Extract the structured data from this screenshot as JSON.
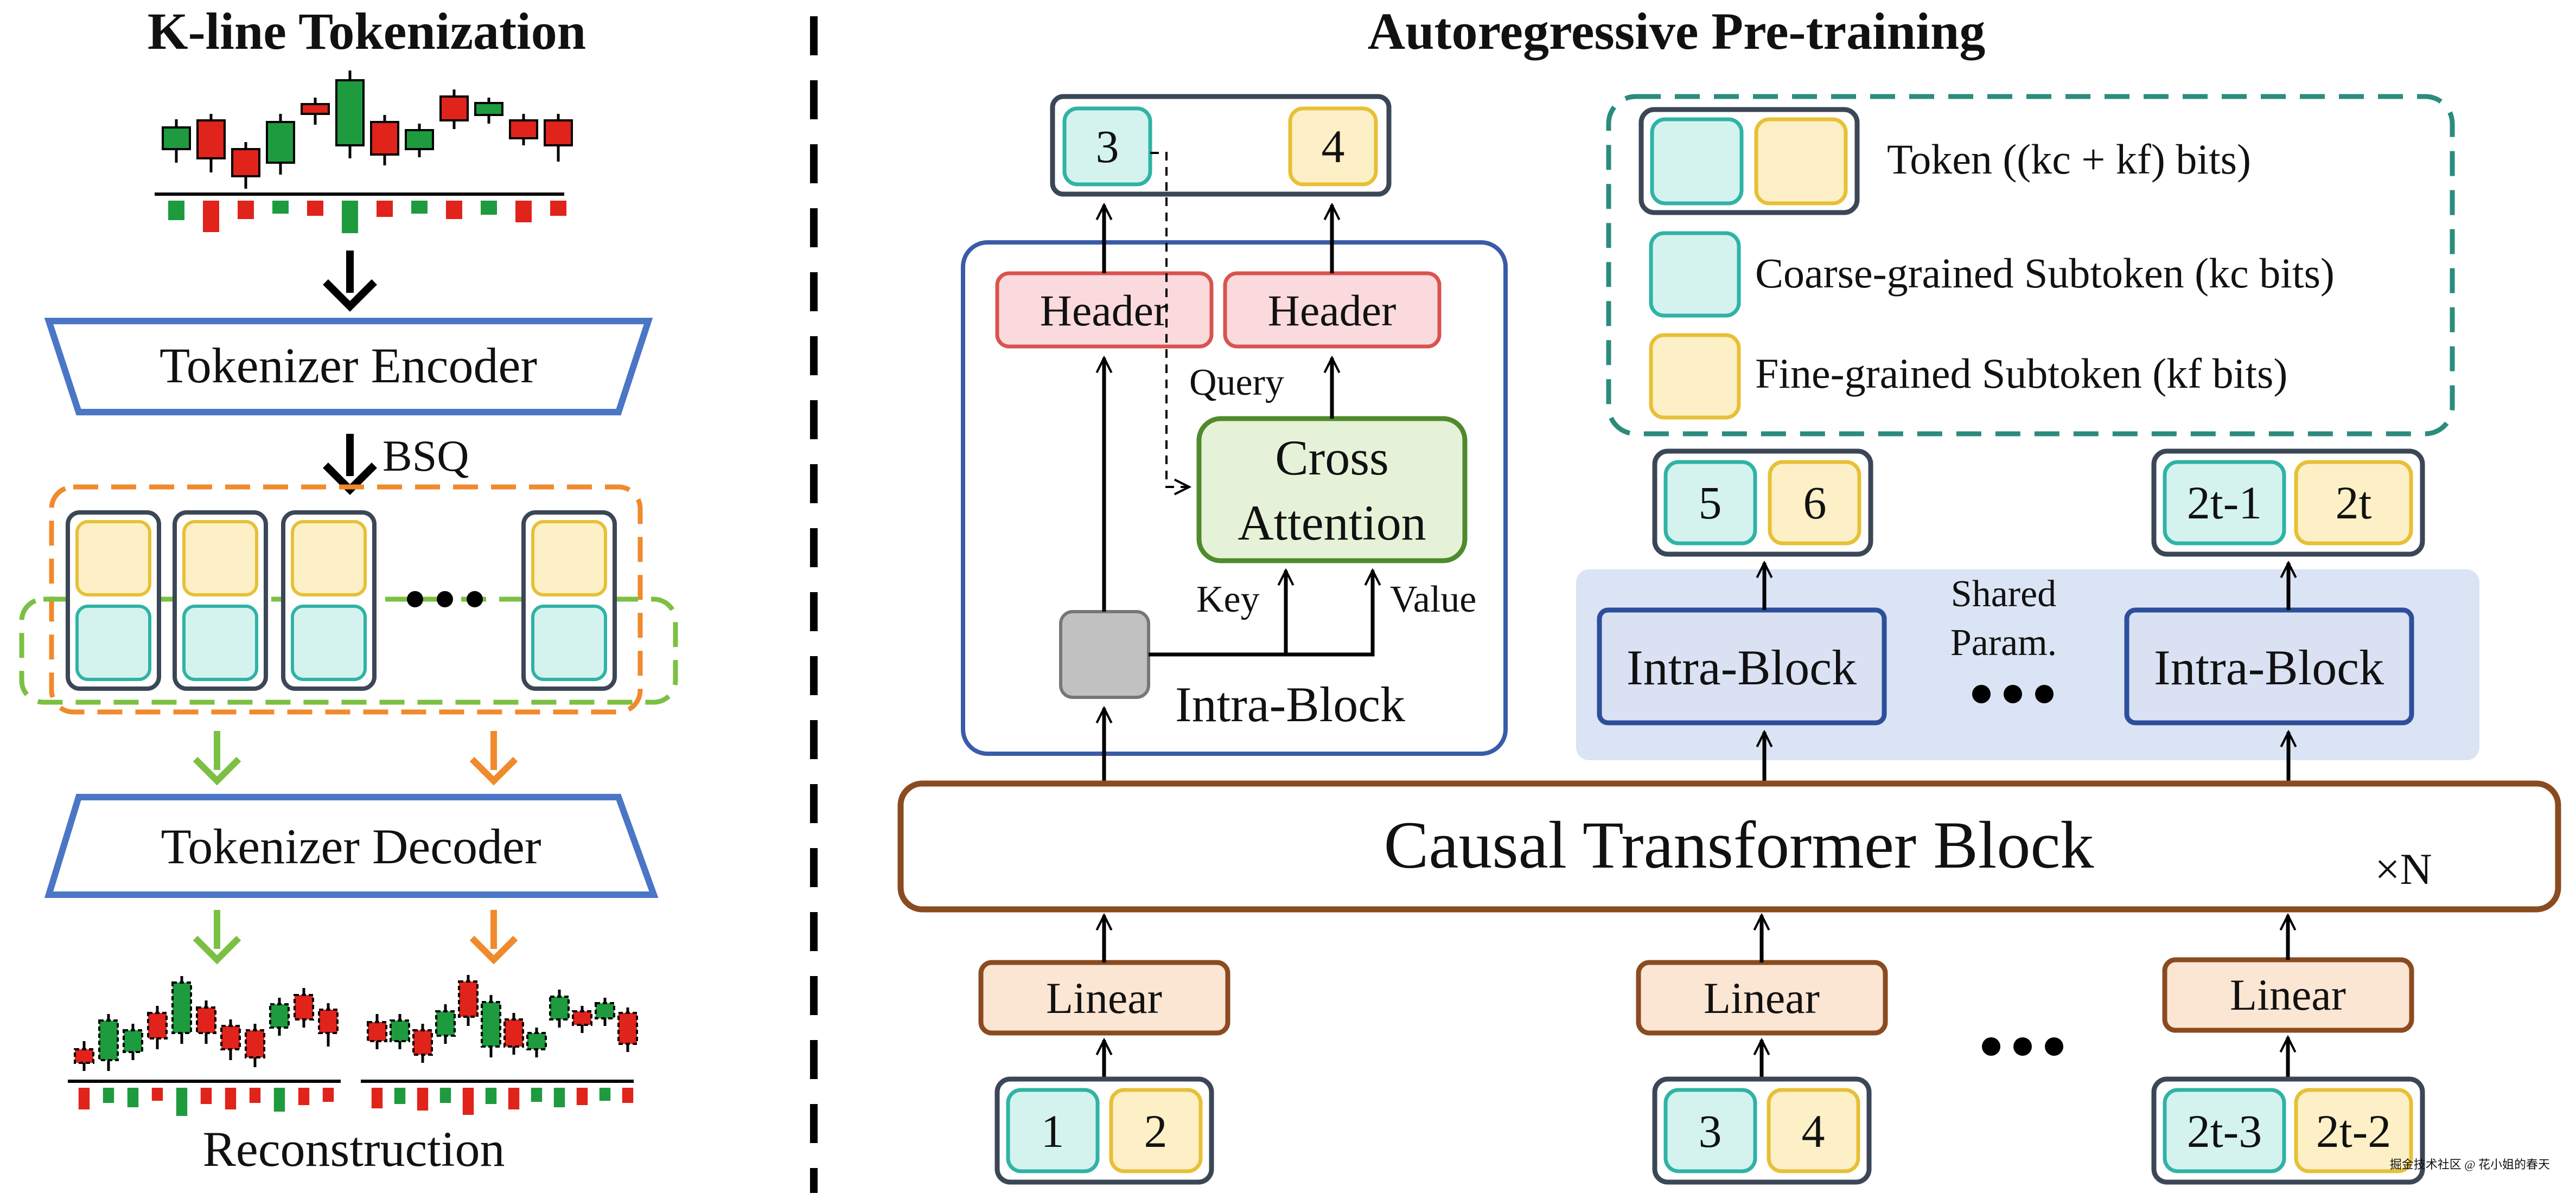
{
  "left_panel": {
    "title": "K-line Tokenization",
    "encoder_label": "Tokenizer Encoder",
    "bsq_label": "BSQ",
    "decoder_label": "Tokenizer Decoder",
    "reconstruction_label": "Reconstruction"
  },
  "right_panel": {
    "title": "Autoregressive Pre-training",
    "intra_detail": {
      "out_token_a": "3",
      "out_token_b": "4",
      "header_a": "Header",
      "header_b": "Header",
      "query_label": "Query",
      "cross_attention_line1": "Cross",
      "cross_attention_line2": "Attention",
      "key_label": "Key",
      "value_label": "Value",
      "block_label": "Intra-Block"
    },
    "legend": {
      "token_label": "Token ((kc + kf) bits)",
      "coarse_label": "Coarse-grained Subtoken (kc bits)",
      "fine_label": "Fine-grained Subtoken (kf bits)"
    },
    "outputs": [
      {
        "coarse": "5",
        "fine": "6"
      },
      {
        "coarse": "2t-1",
        "fine": "2t"
      }
    ],
    "intra_block_a": "Intra-Block",
    "intra_block_b": "Intra-Block",
    "shared_param_line1": "Shared",
    "shared_param_line2": "Param.",
    "transformer_label": "Causal Transformer Block",
    "repeat_label": "×N",
    "linear_labels": [
      "Linear",
      "Linear",
      "Linear"
    ],
    "inputs": [
      {
        "coarse": "1",
        "fine": "2"
      },
      {
        "coarse": "3",
        "fine": "4"
      },
      {
        "coarse": "2t-3",
        "fine": "2t-2"
      }
    ]
  },
  "watermark": "掘金技术社区 @ 花小姐的春天",
  "colors": {
    "coarse_fill": "#d4f3ef",
    "coarse_stroke": "#2fb3a5",
    "fine_fill": "#fdf0c6",
    "fine_stroke": "#e7c037",
    "header_fill": "#fadadd",
    "header_stroke": "#d9534f",
    "attention_fill": "#e6f2d8",
    "attention_stroke": "#4f8a2c",
    "linear_fill": "#fbe5d3",
    "linear_stroke": "#8a4b20",
    "intra_fill": "#d9e1f2",
    "intra_stroke": "#2d4f9b",
    "shared_bg": "#dbe4f4",
    "orange_dash": "#f08a2d",
    "green_dash": "#7cc043",
    "teal_dash": "#2b8c7d",
    "candle_up": "#1e9b3e",
    "candle_down": "#e0231b"
  }
}
